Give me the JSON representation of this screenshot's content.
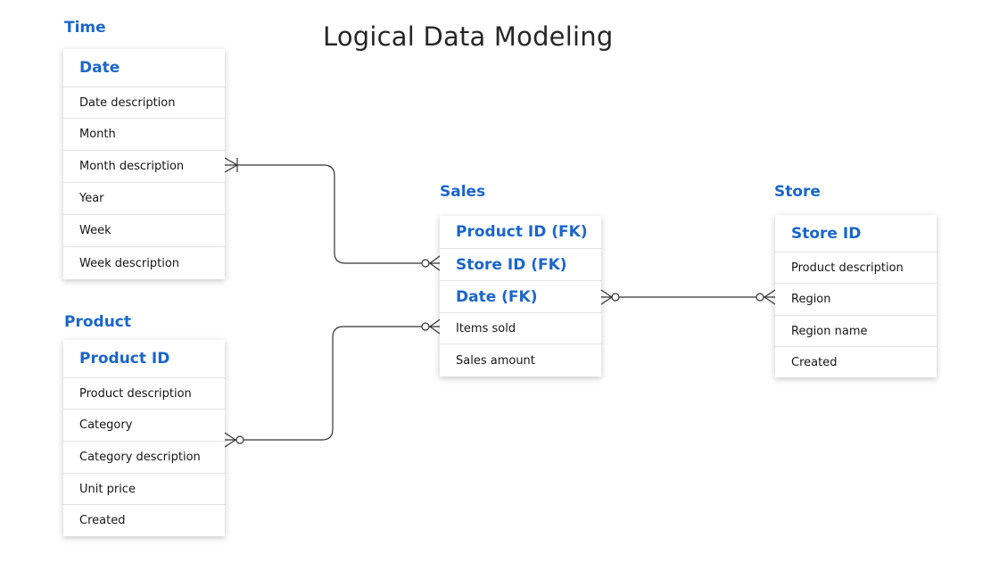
{
  "title": "Logical Data Modeling",
  "colors": {
    "accent": "#1b66c9",
    "text": "#161616",
    "line": "#333333",
    "divider": "#e4e4e4"
  },
  "entities": {
    "time": {
      "label": "Time",
      "key": "Date",
      "attributes": [
        "Date description",
        "Month",
        "Month description",
        "Year",
        "Week",
        "Week description"
      ]
    },
    "product": {
      "label": "Product",
      "key": "Product ID",
      "attributes": [
        "Product description",
        "Category",
        "Category description",
        "Unit price",
        "Created"
      ]
    },
    "sales": {
      "label": "Sales",
      "keys": [
        "Product ID (FK)",
        "Store ID (FK)",
        "Date (FK)"
      ],
      "attributes": [
        "Items sold",
        "Sales amount"
      ]
    },
    "store": {
      "label": "Store",
      "key": "Store ID",
      "attributes": [
        "Product description",
        "Region",
        "Region name",
        "Created"
      ]
    }
  },
  "relationships": [
    {
      "from": "Time.Month description",
      "from_end": "one-or-many",
      "to": "Sales.Store ID (FK)",
      "to_end": "zero-or-many"
    },
    {
      "from": "Product.Category description",
      "from_end": "zero-or-many",
      "to": "Sales.Items sold",
      "to_end": "zero-or-many"
    },
    {
      "from": "Sales.Date (FK)",
      "from_end": "zero-or-many",
      "to": "Store.Region",
      "to_end": "zero-or-many"
    }
  ]
}
